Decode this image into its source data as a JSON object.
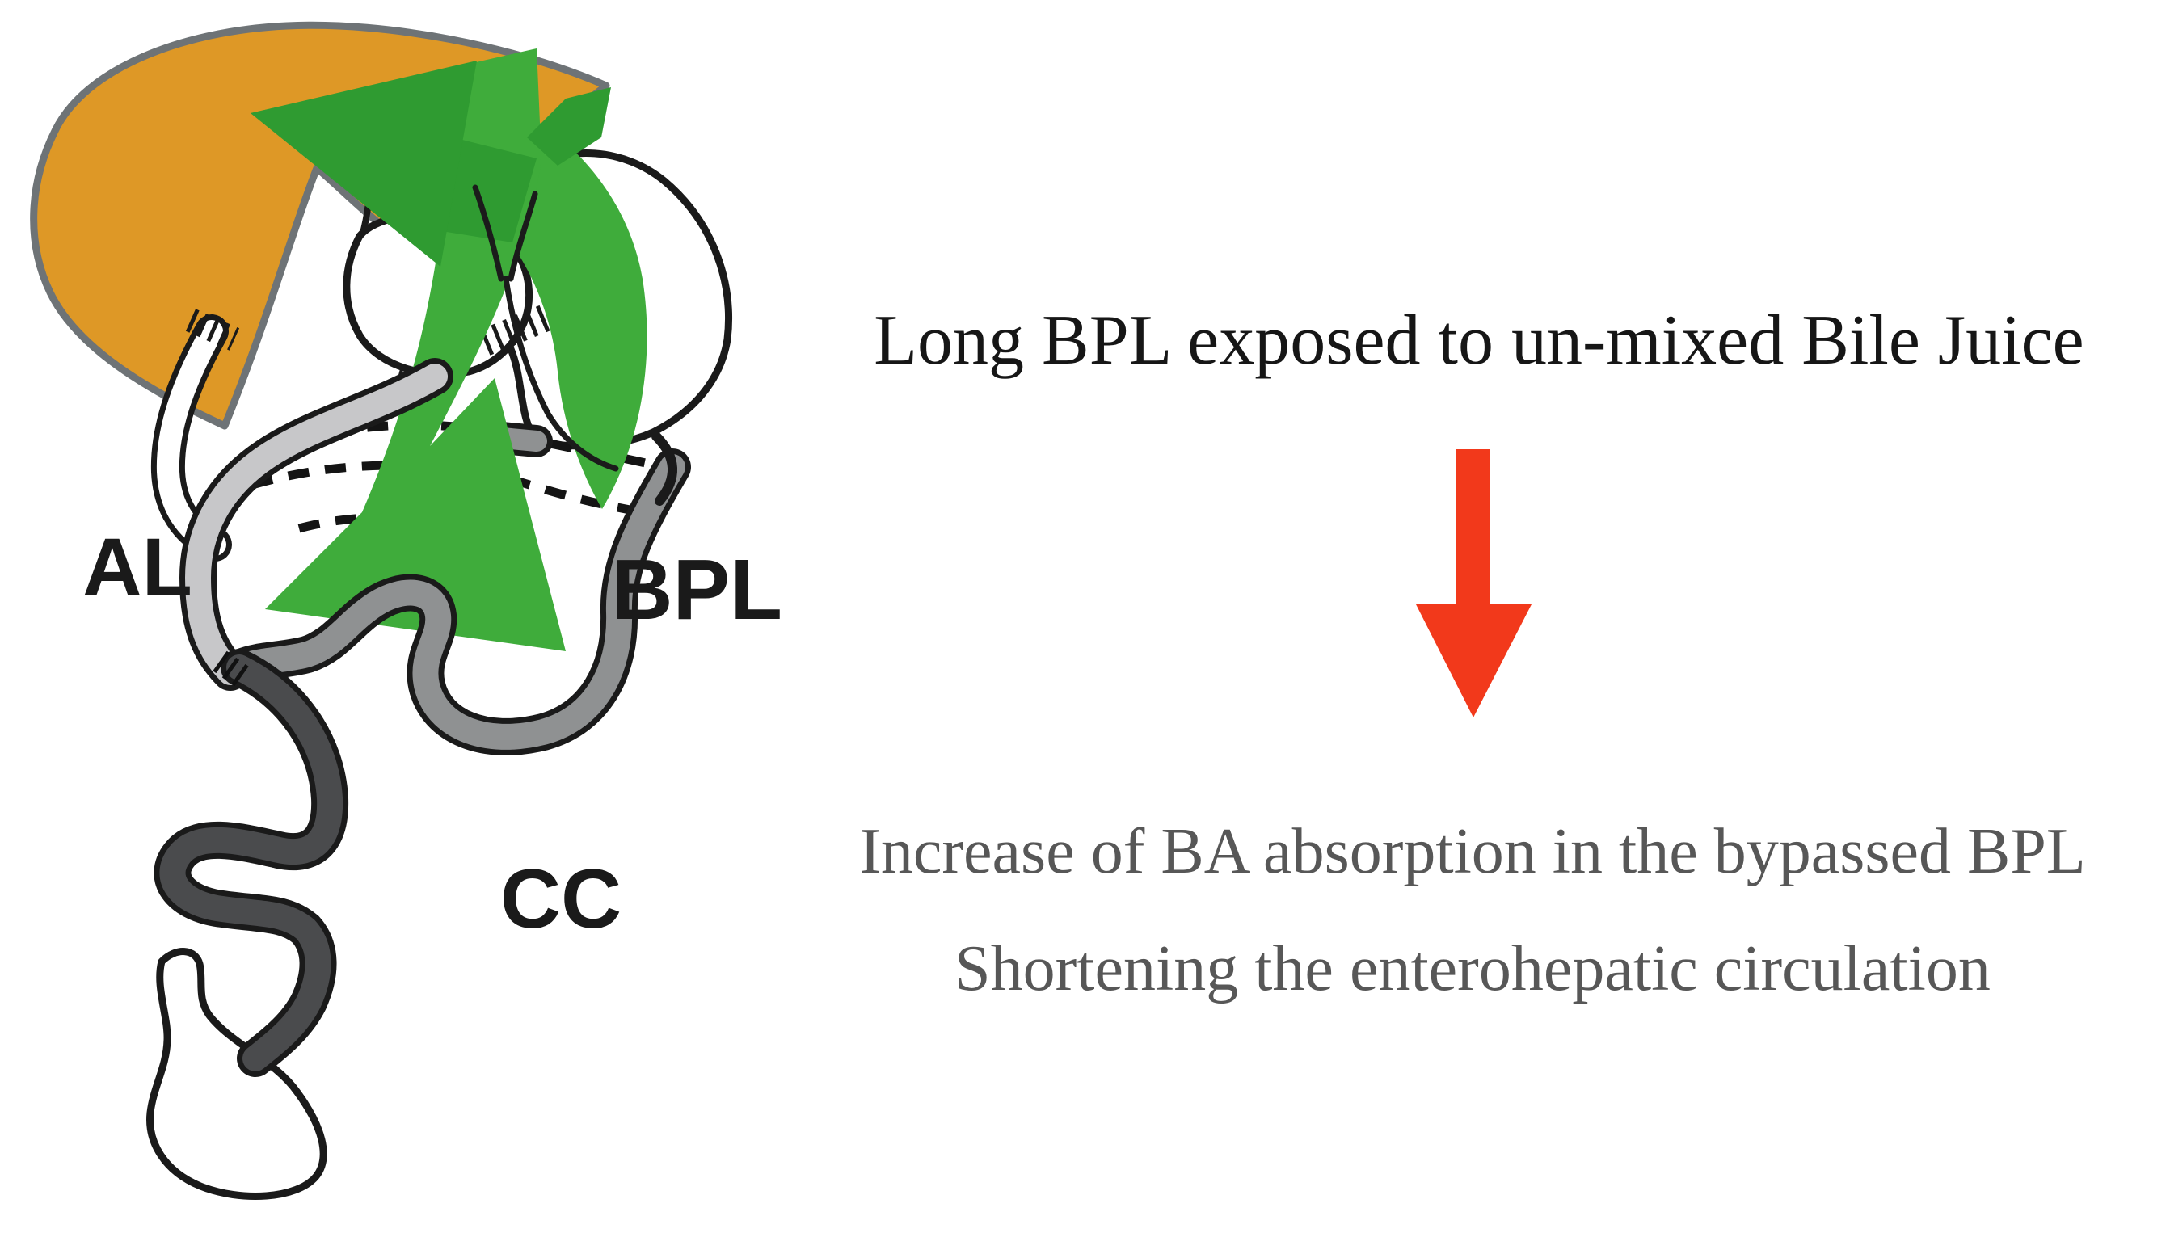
{
  "figure": {
    "kind": "bariatric-surgery-schematic",
    "headline": "Long BPL exposed to un-mixed Bile Juice",
    "consequences": {
      "line1": "Increase of BA absorption in the bypassed BPL",
      "line2": "Shortening the enterohepatic circulation"
    },
    "anatomy_labels": {
      "alimentary_limb": "AL",
      "biliopancreatic_limb": "BPL",
      "common_channel": "CC"
    },
    "colors": {
      "liver": "#DE9826",
      "liver_outline": "#6E7376",
      "arrow_green": "#3FAC3B",
      "arrow_green_dark": "#2F9B31",
      "down_arrow_red": "#F2391B",
      "al_limb": "#C7C7C9",
      "bpl_limb": "#8F9192",
      "cc_limb": "#4A4B4D",
      "outline_black": "#1A1A1A",
      "headline_text": "#161616",
      "consequence_text": "#575757"
    }
  }
}
